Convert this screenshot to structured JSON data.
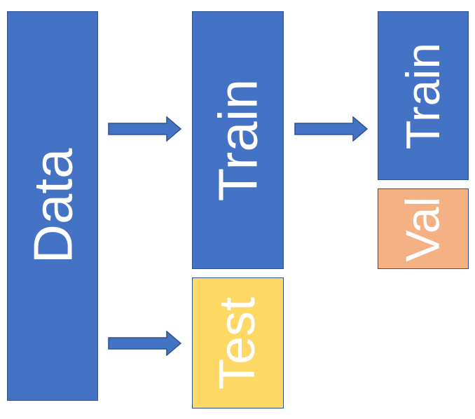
{
  "diagram": {
    "nodes": {
      "data": {
        "label": "Data"
      },
      "train": {
        "label": "Train"
      },
      "test": {
        "label": "Test"
      },
      "train_split": {
        "label": "Train"
      },
      "val": {
        "label": "Val"
      }
    },
    "edges": [
      {
        "from": "data",
        "to": "train"
      },
      {
        "from": "data",
        "to": "test"
      },
      {
        "from": "train",
        "to": "train_split"
      }
    ],
    "colors": {
      "blue": "#4472c4",
      "yellow": "#ffd966",
      "orange": "#f4b183",
      "outline": "#2f528f",
      "text": "#ffffff"
    }
  }
}
